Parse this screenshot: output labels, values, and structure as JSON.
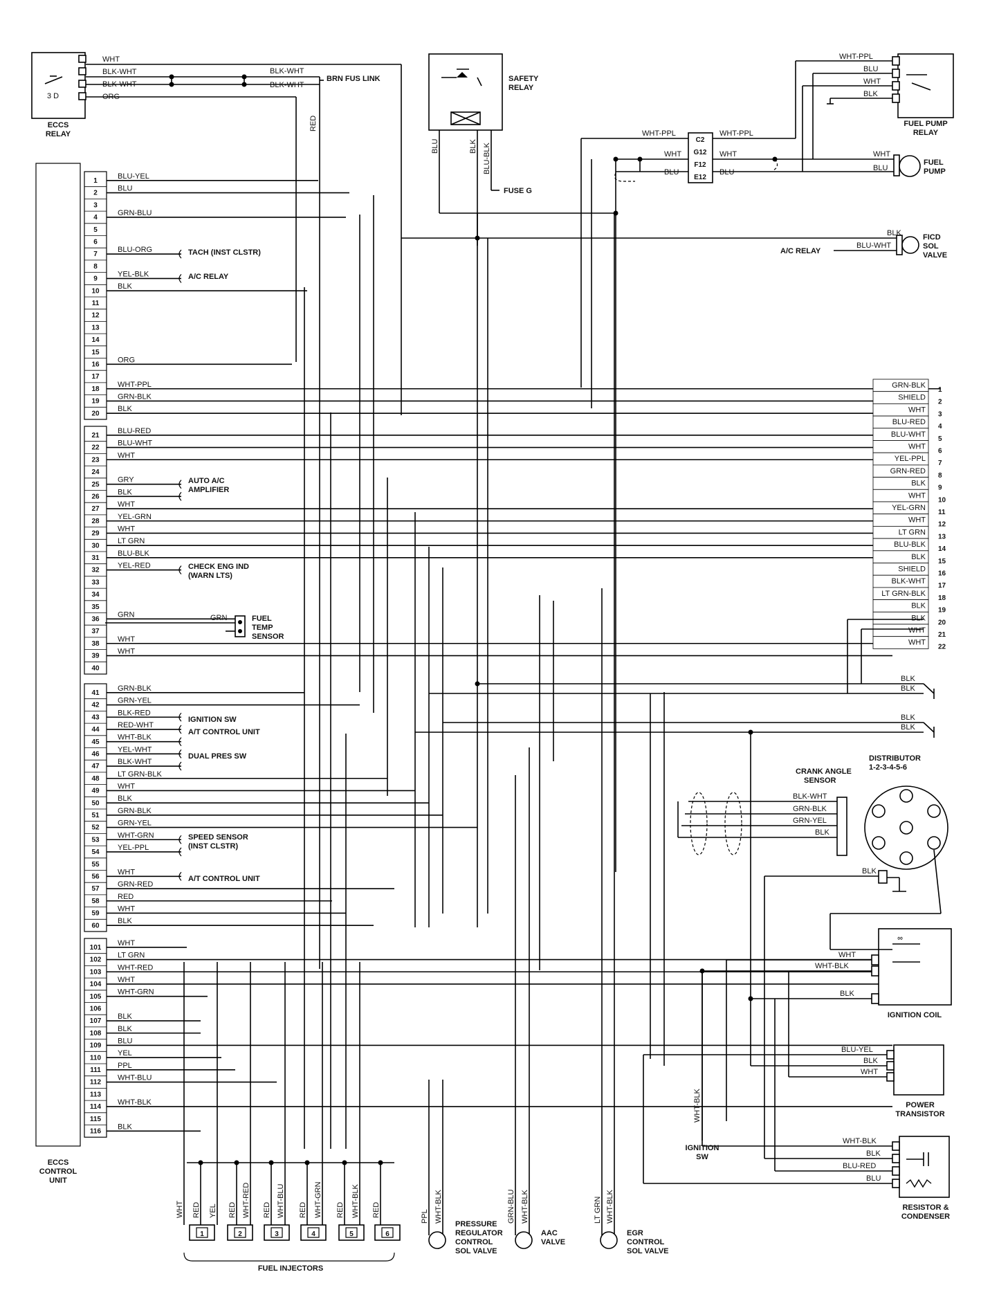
{
  "components": {
    "eccs_relay": [
      "ECCS",
      "RELAY"
    ],
    "eccs_unit": [
      "ECCS",
      "CONTROL",
      "UNIT"
    ],
    "safety_relay": [
      "SAFETY",
      "RELAY"
    ],
    "fuel_pump_relay": [
      "FUEL PUMP",
      "RELAY"
    ],
    "fuel_pump": [
      "FUEL",
      "PUMP"
    ],
    "ficd": [
      "FICD",
      "SOL",
      "VALVE"
    ],
    "distributor": [
      "DISTRIBUTOR",
      "1-2-3-4-5-6"
    ],
    "crank_angle": [
      "CRANK ANGLE",
      "SENSOR"
    ],
    "ignition_coil": "IGNITION COIL",
    "power_transistor": [
      "POWER",
      "TRANSISTOR"
    ],
    "resistor_condenser": [
      "RESISTOR &",
      "CONDENSER"
    ],
    "fuel_temp": [
      "FUEL",
      "TEMP",
      "SENSOR"
    ],
    "pressure_reg": [
      "PRESSURE",
      "REGULATOR",
      "CONTROL",
      "SOL VALVE"
    ],
    "aac_valve": [
      "AAC",
      "VALVE"
    ],
    "egr_valve": [
      "EGR",
      "CONTROL",
      "SOL VALVE"
    ],
    "fuel_injectors": "FUEL INJECTORS",
    "ignition_sw": [
      "IGNITION",
      "SW"
    ]
  },
  "refs": {
    "brn_fus_link": "BRN FUS LINK",
    "fuse_g": "FUSE G",
    "tach": "TACH (INST CLSTR)",
    "ac_relay_left": "A/C RELAY",
    "ac_relay_right": "A/C RELAY",
    "auto_ac": [
      "AUTO A/C",
      "AMPLIFIER"
    ],
    "check_eng": [
      "CHECK ENG IND",
      "(WARN LTS)"
    ],
    "ignition_sw": "IGNITION SW",
    "at_unit_1": "A/T CONTROL UNIT",
    "dual_pres": "DUAL PRES SW",
    "speed_sensor": [
      "SPEED SENSOR",
      "(INST CLSTR)"
    ],
    "at_unit_2": "A/T CONTROL UNIT"
  },
  "eccs_relay_wires": [
    "WHT",
    "BLK-WHT",
    "BLK-WHT",
    "ORG"
  ],
  "eccs_relay_right_wires": [
    "BLK-WHT",
    "BLK-WHT"
  ],
  "eccs_relay_red": "RED",
  "connector_pins": [
    "C2",
    "G12",
    "F12",
    "E12"
  ],
  "connector_wires_left": [
    "WHT-PPL",
    "WHT",
    "BLU"
  ],
  "connector_wires_right": [
    "WHT-PPL",
    "WHT",
    "BLU"
  ],
  "safety_relay_wires": [
    "BLU",
    "BLK",
    "BLU-BLK"
  ],
  "fuel_pump_relay_wires": [
    "WHT-PPL",
    "BLU",
    "WHT",
    "BLK"
  ],
  "fuel_pump_wires": [
    "WHT",
    "BLU"
  ],
  "ficd_wires": [
    "BLK",
    "BLU-WHT"
  ],
  "pin_groups": [
    {
      "pins": [
        "1",
        "2",
        "3",
        "4",
        "5",
        "6",
        "7",
        "8",
        "9",
        "10",
        "11",
        "12",
        "13",
        "14",
        "15",
        "16",
        "17",
        "18",
        "19",
        "20"
      ]
    },
    {
      "pins": [
        "21",
        "22",
        "23",
        "24",
        "25",
        "26",
        "27",
        "28",
        "29",
        "30",
        "31",
        "32",
        "33",
        "34",
        "35",
        "36",
        "37",
        "38",
        "39",
        "40"
      ]
    },
    {
      "pins": [
        "41",
        "42",
        "43",
        "44",
        "45",
        "46",
        "47",
        "48",
        "49",
        "50",
        "51",
        "52",
        "53",
        "54",
        "55",
        "56",
        "57",
        "58",
        "59",
        "60"
      ]
    },
    {
      "pins": [
        "101",
        "102",
        "103",
        "104",
        "105",
        "106",
        "107",
        "108",
        "109",
        "110",
        "111",
        "112",
        "113",
        "114",
        "115",
        "116"
      ]
    }
  ],
  "pin_wires": [
    {
      "pin": "1",
      "color": "BLU-YEL"
    },
    {
      "pin": "2",
      "color": "BLU"
    },
    {
      "pin": "4",
      "color": "GRN-BLU"
    },
    {
      "pin": "7",
      "color": "BLU-ORG"
    },
    {
      "pin": "9",
      "color": "YEL-BLK"
    },
    {
      "pin": "10",
      "color": "BLK"
    },
    {
      "pin": "16",
      "color": "ORG"
    },
    {
      "pin": "18",
      "color": "WHT-PPL"
    },
    {
      "pin": "19",
      "color": "GRN-BLK"
    },
    {
      "pin": "20",
      "color": "BLK"
    },
    {
      "pin": "21",
      "color": "BLU-RED"
    },
    {
      "pin": "22",
      "color": "BLU-WHT"
    },
    {
      "pin": "23",
      "color": "WHT"
    },
    {
      "pin": "25",
      "color": "GRY"
    },
    {
      "pin": "26",
      "color": "BLK"
    },
    {
      "pin": "27",
      "color": "WHT"
    },
    {
      "pin": "28",
      "color": "YEL-GRN"
    },
    {
      "pin": "29",
      "color": "WHT"
    },
    {
      "pin": "30",
      "color": "LT GRN"
    },
    {
      "pin": "31",
      "color": "BLU-BLK"
    },
    {
      "pin": "32",
      "color": "YEL-RED"
    },
    {
      "pin": "36",
      "color": "GRN"
    },
    {
      "pin": "38",
      "color": "WHT"
    },
    {
      "pin": "39",
      "color": "WHT"
    },
    {
      "pin": "41",
      "color": "GRN-BLK"
    },
    {
      "pin": "42",
      "color": "GRN-YEL"
    },
    {
      "pin": "43",
      "color": "BLK-RED"
    },
    {
      "pin": "44",
      "color": "RED-WHT"
    },
    {
      "pin": "45",
      "color": "WHT-BLK"
    },
    {
      "pin": "46",
      "color": "YEL-WHT"
    },
    {
      "pin": "47",
      "color": "BLK-WHT"
    },
    {
      "pin": "48",
      "color": "LT GRN-BLK"
    },
    {
      "pin": "49",
      "color": "WHT"
    },
    {
      "pin": "50",
      "color": "BLK"
    },
    {
      "pin": "51",
      "color": "GRN-BLK"
    },
    {
      "pin": "52",
      "color": "GRN-YEL"
    },
    {
      "pin": "53",
      "color": "WHT-GRN"
    },
    {
      "pin": "54",
      "color": "YEL-PPL"
    },
    {
      "pin": "56",
      "color": "WHT"
    },
    {
      "pin": "57",
      "color": "GRN-RED"
    },
    {
      "pin": "58",
      "color": "RED"
    },
    {
      "pin": "59",
      "color": "WHT"
    },
    {
      "pin": "60",
      "color": "BLK"
    },
    {
      "pin": "101",
      "color": "WHT"
    },
    {
      "pin": "102",
      "color": "LT GRN"
    },
    {
      "pin": "103",
      "color": "WHT-RED"
    },
    {
      "pin": "104",
      "color": "WHT"
    },
    {
      "pin": "105",
      "color": "WHT-GRN"
    },
    {
      "pin": "107",
      "color": "BLK"
    },
    {
      "pin": "108",
      "color": "BLK"
    },
    {
      "pin": "109",
      "color": "BLU"
    },
    {
      "pin": "110",
      "color": "YEL"
    },
    {
      "pin": "111",
      "color": "PPL"
    },
    {
      "pin": "112",
      "color": "WHT-BLU"
    },
    {
      "pin": "114",
      "color": "WHT-BLK"
    },
    {
      "pin": "116",
      "color": "BLK"
    }
  ],
  "grn_label": "GRN",
  "right_connector": [
    {
      "num": "1",
      "color": "GRN-BLK"
    },
    {
      "num": "2",
      "color": "SHIELD"
    },
    {
      "num": "3",
      "color": "WHT"
    },
    {
      "num": "4",
      "color": "BLU-RED"
    },
    {
      "num": "5",
      "color": "BLU-WHT"
    },
    {
      "num": "6",
      "color": "WHT"
    },
    {
      "num": "7",
      "color": "YEL-PPL"
    },
    {
      "num": "8",
      "color": "GRN-RED"
    },
    {
      "num": "9",
      "color": "BLK"
    },
    {
      "num": "10",
      "color": "WHT"
    },
    {
      "num": "11",
      "color": "YEL-GRN"
    },
    {
      "num": "12",
      "color": "WHT"
    },
    {
      "num": "13",
      "color": "LT GRN"
    },
    {
      "num": "14",
      "color": "BLU-BLK"
    },
    {
      "num": "15",
      "color": "BLK"
    },
    {
      "num": "16",
      "color": "SHIELD"
    },
    {
      "num": "17",
      "color": "BLK-WHT"
    },
    {
      "num": "18",
      "color": "LT GRN-BLK"
    },
    {
      "num": "19",
      "color": "BLK"
    },
    {
      "num": "20",
      "color": "BLK"
    },
    {
      "num": "21",
      "color": "WHT"
    },
    {
      "num": "22",
      "color": "WHT"
    }
  ],
  "ground_wires": [
    "BLK",
    "BLK",
    "BLK",
    "BLK"
  ],
  "extra_rows": [
    "WHT",
    "WHT"
  ],
  "crank_wires": [
    "BLK-WHT",
    "GRN-BLK",
    "GRN-YEL",
    "BLK"
  ],
  "dist_blk": "BLK",
  "coil_wires": [
    "WHT",
    "WHT-BLK",
    "BLK"
  ],
  "transistor_wires": [
    "BLU-YEL",
    "BLK",
    "WHT"
  ],
  "resistor_wires": [
    "WHT-BLK",
    "BLK",
    "BLU-RED",
    "BLU"
  ],
  "ignition_wire": "WHT-BLK",
  "injector_wires": [
    "WHT",
    "RED",
    "YEL",
    "RED",
    "WHT-RED",
    "RED",
    "WHT-BLU",
    "RED",
    "WHT-GRN",
    "RED",
    "WHT-BLK",
    "RED"
  ],
  "injector_nums": [
    "1",
    "2",
    "3",
    "4",
    "5",
    "6"
  ],
  "pr_wires": [
    "PPL",
    "WHT-BLK"
  ],
  "aac_wires": [
    "GRN-BLU",
    "WHT-BLK"
  ],
  "egr_wires": [
    "LT GRN",
    "WHT-BLK"
  ]
}
